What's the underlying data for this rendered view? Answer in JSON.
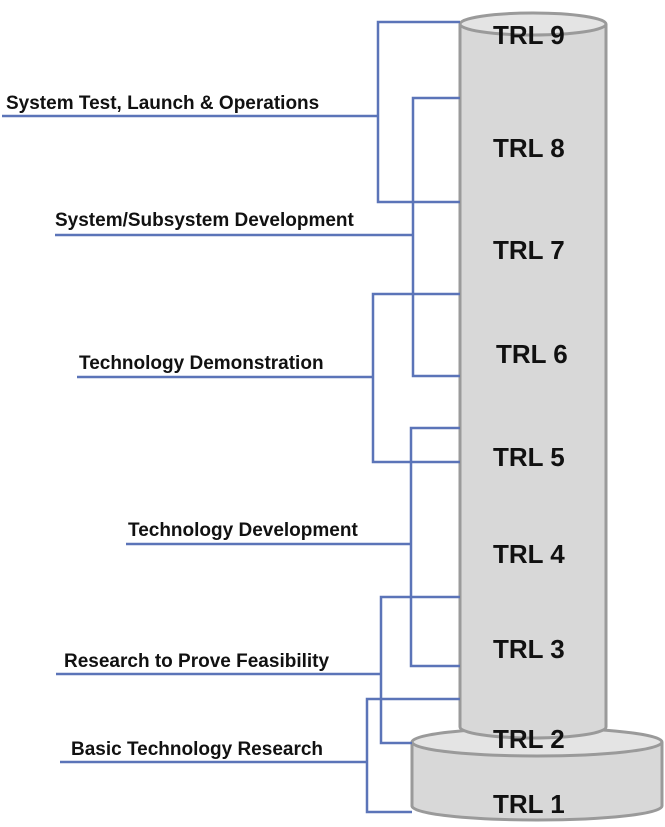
{
  "diagram": {
    "levels": [
      "TRL  1",
      "TRL  2",
      "TRL  3",
      "TRL  4",
      "TRL  5",
      "TRL  6",
      "TRL  7",
      "TRL  8",
      "TRL  9"
    ],
    "phases": [
      "System Test, Launch & Operations",
      "System/Subsystem Development",
      "Technology Demonstration",
      "Technology Development",
      "Research to Prove Feasibility",
      "Basic Technology Research"
    ],
    "colors": {
      "cylinder_fill": "#d8d8d8",
      "cylinder_stroke": "#9a9a9a",
      "bracket_line": "#5b74b8",
      "text": "#111111"
    }
  }
}
